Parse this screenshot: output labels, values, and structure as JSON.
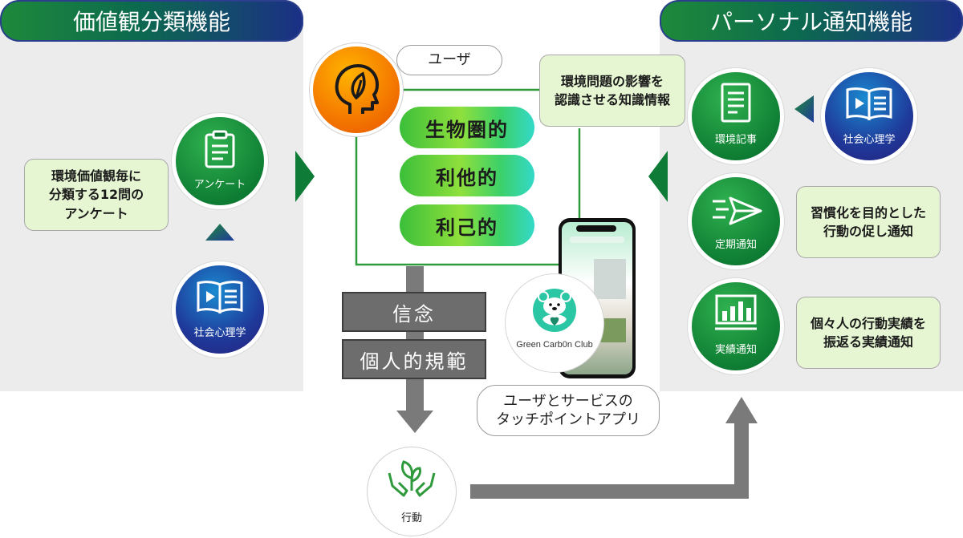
{
  "left_panel": {
    "title": "価値観分類機能",
    "survey_label": "アンケート",
    "survey_bubble": "環境価値観毎に\n分類する12問の\nアンケート",
    "psychology_label": "社会心理学"
  },
  "center": {
    "user_label": "ユーザ",
    "values": [
      "生物圏的",
      "利他的",
      "利己的"
    ],
    "belief_label": "信念",
    "norm_label": "個人的規範",
    "action_label": "行動",
    "app_name": "Green Carb0n Club",
    "app_caption": "ユーザとサービスの\nタッチポイントアプリ"
  },
  "right_panel": {
    "title": "パーソナル通知機能",
    "knowledge_bubble": "環境問題の影響を\n認識させる知識情報",
    "article_label": "環境記事",
    "psychology_label": "社会心理学",
    "regular_label": "定期通知",
    "regular_bubble": "習慣化を目的とした\n行動の促し通知",
    "result_label": "実績通知",
    "result_bubble": "個々人の行動実績を\n振返る実績通知"
  },
  "colors": {
    "green": "#0d7b32",
    "blue": "#1f3a9a",
    "gray_arrow": "#7a7a7a",
    "orange": "#f57c00"
  }
}
